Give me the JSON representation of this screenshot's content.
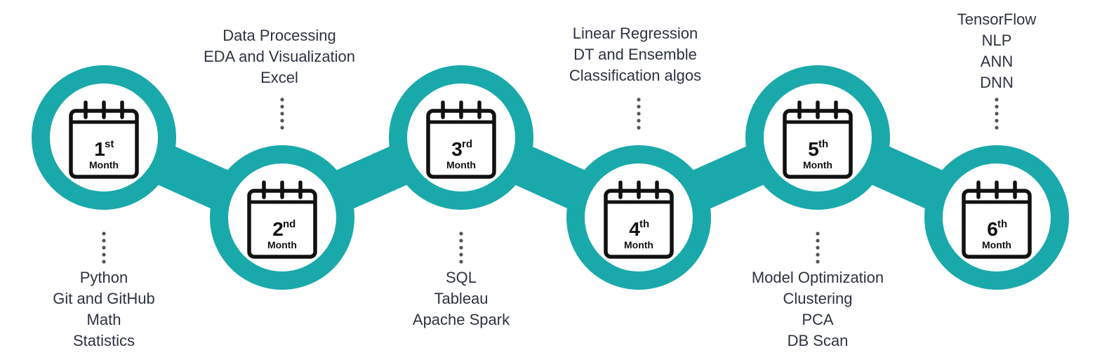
{
  "accent_color": "#1aa9ab",
  "icon_color": "#111111",
  "text_color": "#2d3340",
  "milestones": [
    {
      "number": "1",
      "suffix": "st",
      "unit": "Month",
      "icon": "calendar-icon",
      "topics": [
        "Python",
        "Git and GitHub",
        "Math",
        "Statistics"
      ]
    },
    {
      "number": "2",
      "suffix": "nd",
      "unit": "Month",
      "icon": "calendar-icon",
      "topics": [
        "Data Processing",
        "EDA and Visualization",
        "Excel"
      ]
    },
    {
      "number": "3",
      "suffix": "rd",
      "unit": "Month",
      "icon": "calendar-icon",
      "topics": [
        "SQL",
        "Tableau",
        "Apache Spark"
      ]
    },
    {
      "number": "4",
      "suffix": "th",
      "unit": "Month",
      "icon": "calendar-icon",
      "topics": [
        "Linear Regression",
        "DT and Ensemble",
        "Classification algos"
      ]
    },
    {
      "number": "5",
      "suffix": "th",
      "unit": "Month",
      "icon": "calendar-icon",
      "topics": [
        "Model Optimization",
        "Clustering",
        "PCA",
        "DB Scan"
      ]
    },
    {
      "number": "6",
      "suffix": "th",
      "unit": "Month",
      "icon": "calendar-icon",
      "topics": [
        "TensorFlow",
        "NLP",
        "ANN",
        "DNN"
      ]
    }
  ]
}
